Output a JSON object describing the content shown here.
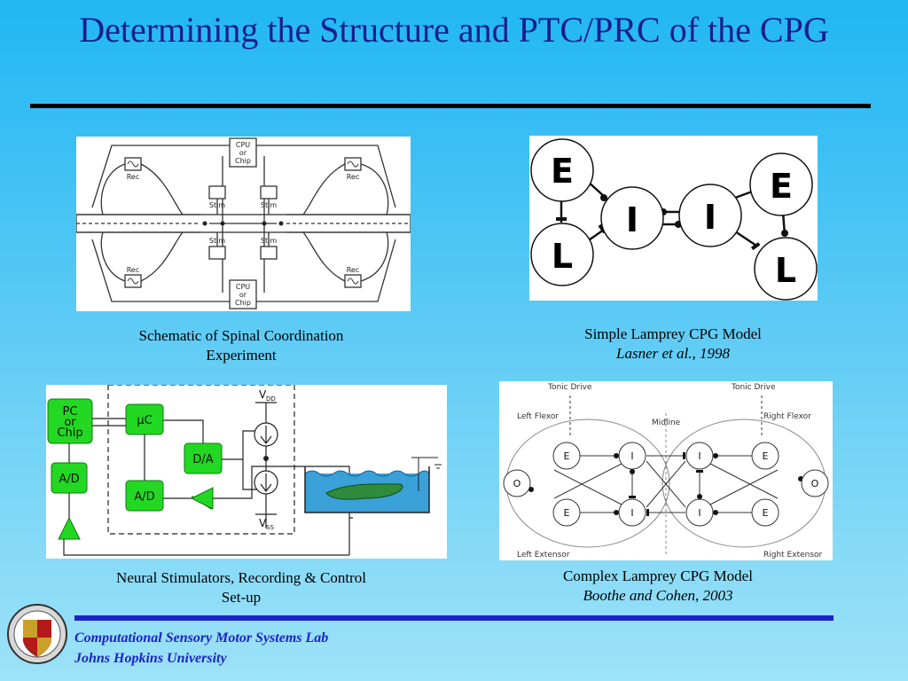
{
  "slide": {
    "title": "Determining the Structure and PTC/PRC of the CPG"
  },
  "panels": {
    "schematic": {
      "caption_line1": "Schematic of Spinal Coordination",
      "caption_line2": "Experiment",
      "labels": {
        "cpu": [
          "CPU",
          "or",
          "Chip"
        ],
        "rec": "Rec",
        "stim": "Stim"
      }
    },
    "simple_model": {
      "caption": "Simple Lamprey CPG Model",
      "citation": "Lasner et al., 1998",
      "nodes": {
        "e": "E",
        "l": "L",
        "i": "I"
      }
    },
    "setup": {
      "caption_line1": "Neural Stimulators, Recording & Control",
      "caption_line2": "Set-up",
      "labels": {
        "pc": [
          "PC",
          "or",
          "Chip"
        ],
        "uc": "µC",
        "da": "D/A",
        "ad": "A/D",
        "vdd": "V",
        "vdd_sub": "DD",
        "vss": "V",
        "vss_sub": "SS"
      }
    },
    "complex_model": {
      "caption": "Complex Lamprey CPG Model",
      "citation": "Boothe and Cohen, 2003",
      "labels": {
        "tonic_drive": "Tonic Drive",
        "midline": "Midline",
        "left_flexor": "Left Flexor",
        "right_flexor": "Right Flexor",
        "left_extensor": "Left Extensor",
        "right_extensor": "Right Extensor",
        "e": "E",
        "i": "I",
        "o": "O"
      }
    }
  },
  "footer": {
    "line1": "Computational Sensory Motor Systems Lab",
    "line2": "Johns Hopkins University"
  },
  "colors": {
    "title_text": "#1a1d8f",
    "footer_blue": "#1d22c8",
    "green_block": "#22d822",
    "water": "#3aa0d8"
  }
}
